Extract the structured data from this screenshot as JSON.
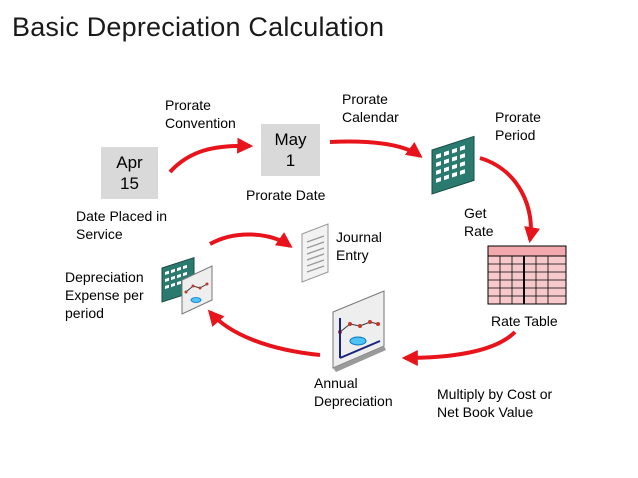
{
  "title": "Basic Depreciation Calculation",
  "nodes": {
    "start_date": {
      "box": "Apr\n15",
      "caption": "Date Placed in\nService"
    },
    "prorate_date": {
      "box": "May\n1",
      "caption": "Prorate Date"
    },
    "prorate_calendar": {
      "caption": "Prorate\nCalendar"
    },
    "prorate_period": {
      "caption": "Prorate\nPeriod"
    },
    "rate_table": {
      "caption": "Rate Table"
    },
    "annual_depreciation": {
      "caption": "Annual\nDepreciation"
    },
    "expense_period": {
      "caption": "Depreciation\nExpense per\nperiod"
    },
    "journal_entry": {
      "caption": "Journal\nEntry"
    }
  },
  "edges": {
    "prorate_convention": "Prorate\nConvention",
    "get_rate": "Get\nRate",
    "multiply": "Multiply by Cost or\nNet Book Value"
  },
  "colors": {
    "arrow": "#e8141c",
    "box": "#d9d9d9",
    "calendar": "#2b7a6f",
    "table": "#f7c9cc"
  }
}
